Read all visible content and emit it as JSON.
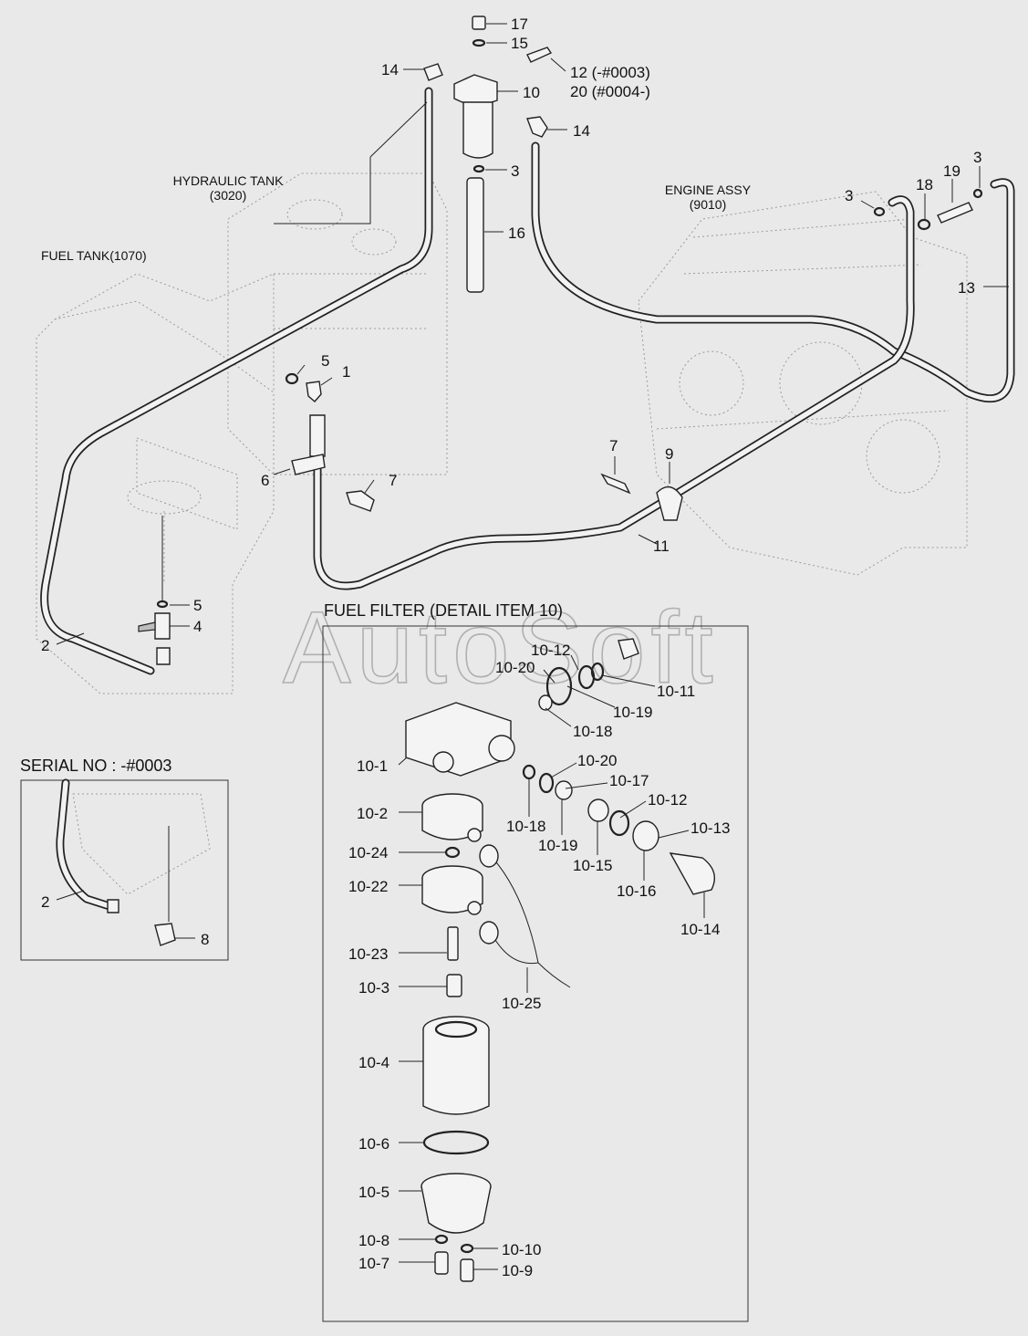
{
  "labels": {
    "hydraulic_tank_name": "HYDRAULIC TANK",
    "hydraulic_tank_code": "(3020)",
    "fuel_tank": "FUEL TANK(1070)",
    "engine_name": "ENGINE ASSY",
    "engine_code": "(9010)",
    "detail_title": "FUEL FILTER (DETAIL ITEM 10)",
    "serial_title": "SERIAL NO : -#0003",
    "watermark": "AutoSoft"
  },
  "callouts": {
    "p17": "17",
    "p15": "15",
    "p14a": "14",
    "p12": "12 (-#0003)",
    "p20": "20 (#0004-)",
    "p10": "10",
    "p14b": "14",
    "p3a": "3",
    "p16": "16",
    "p3b": "3",
    "p18": "18",
    "p19": "19",
    "p3c": "3",
    "p13": "13",
    "p5a": "5",
    "p1": "1",
    "p6": "6",
    "p7a": "7",
    "p7b": "7",
    "p9": "9",
    "p11": "11",
    "p5b": "5",
    "p4": "4",
    "p2a": "2",
    "p2b": "2",
    "p8": "8"
  },
  "detail": {
    "d10_12a": "10-12",
    "d10_20a": "10-20",
    "d10_11": "10-11",
    "d10_19a": "10-19",
    "d10_18a": "10-18",
    "d10_1": "10-1",
    "d10_20b": "10-20",
    "d10_17": "10-17",
    "d10_12b": "10-12",
    "d10_2": "10-2",
    "d10_18b": "10-18",
    "d10_19b": "10-19",
    "d10_13": "10-13",
    "d10_24": "10-24",
    "d10_15": "10-15",
    "d10_16": "10-16",
    "d10_22": "10-22",
    "d10_14": "10-14",
    "d10_23": "10-23",
    "d10_3": "10-3",
    "d10_25": "10-25",
    "d10_4": "10-4",
    "d10_6": "10-6",
    "d10_5": "10-5",
    "d10_8": "10-8",
    "d10_10": "10-10",
    "d10_7": "10-7",
    "d10_9": "10-9"
  }
}
